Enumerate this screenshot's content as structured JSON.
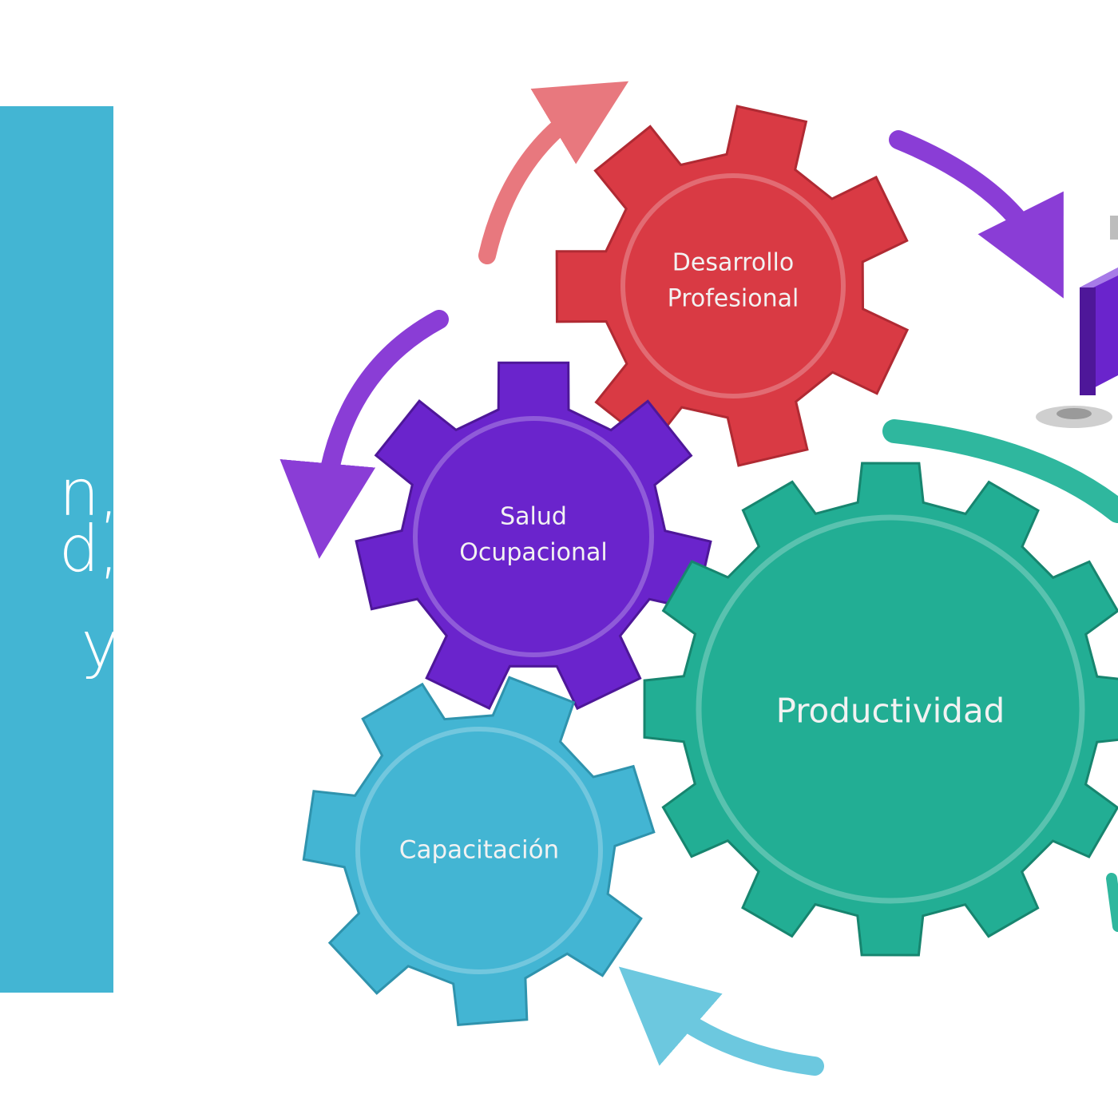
{
  "left_panel": {
    "text_lines": [
      "n,",
      "d,",
      "y"
    ]
  },
  "gears": {
    "desarrollo": {
      "line1": "Desarrollo",
      "line2": "Profesional",
      "color": "#d93a44"
    },
    "salud": {
      "line1": "Salud",
      "line2": "Ocupacional",
      "color": "#6a24cc"
    },
    "productividad": {
      "label": "Productividad",
      "color": "#22ae94"
    },
    "capacitacion": {
      "label": "Capacitación",
      "color": "#43b5d3"
    }
  },
  "colors": {
    "panel": "#43b5d3",
    "arrow_red": "#e8787e",
    "arrow_purple": "#8a3dd6",
    "arrow_teal": "#2fb79e",
    "arrow_cyan": "#6cc8df"
  }
}
